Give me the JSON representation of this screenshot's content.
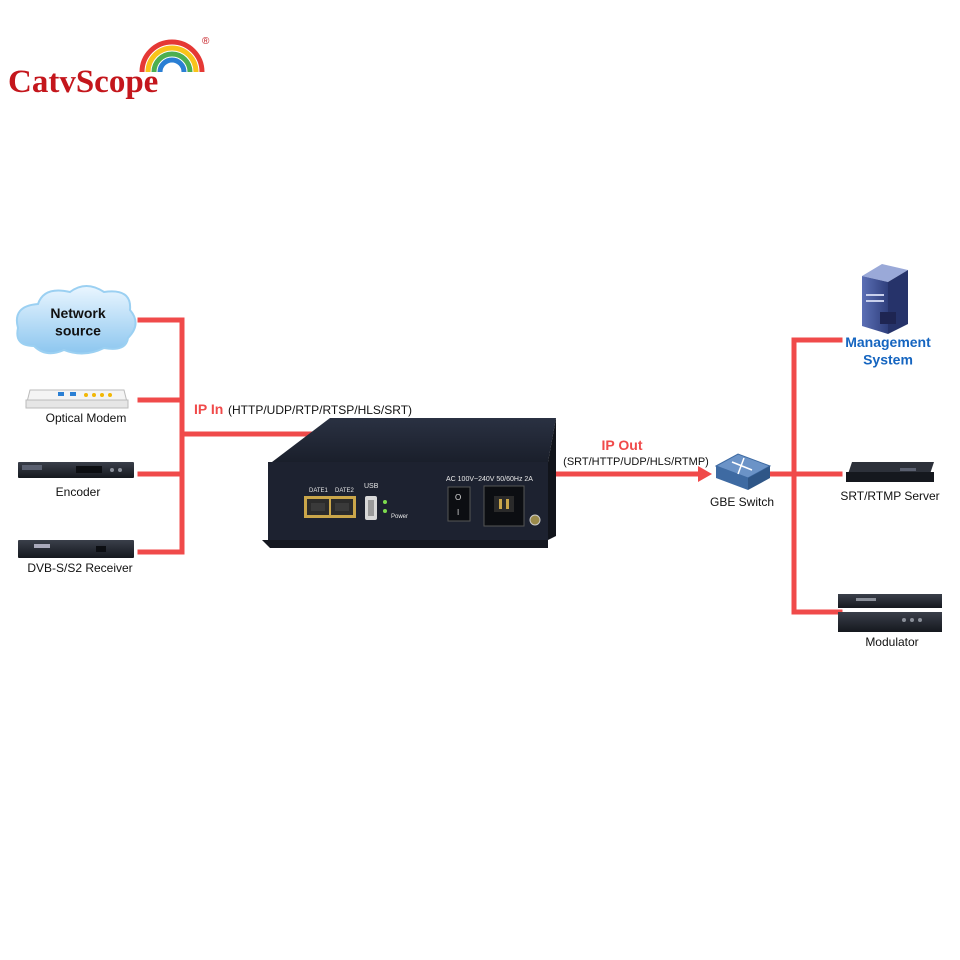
{
  "brand": {
    "logo_text": "CatvScope",
    "registered_mark": "®",
    "colors": {
      "red": "#c4161c",
      "arc_red": "#e53935",
      "arc_yellow": "#f9c31a",
      "arc_green": "#4caf50",
      "arc_blue": "#2a7fd4"
    }
  },
  "colors": {
    "link": "#f04a4a",
    "device_dark": "#1d2230",
    "label_blue": "#1565c0"
  },
  "sources": {
    "network_source": "Network\nsource",
    "optical_modem": "Optical Modem",
    "encoder": "Encoder",
    "dvb_receiver": "DVB-S/S2 Receiver"
  },
  "ip_in": {
    "title": "IP In",
    "protocols": "(HTTP/UDP/RTP/RTSP/HLS/SRT)"
  },
  "device": {
    "port1": "DATE1",
    "port2": "DATE2",
    "usb": "USB",
    "power_led": "Power",
    "power_spec": "AC 100V~240V 50/60Hz 2A",
    "switch_off": "O",
    "switch_on": "I"
  },
  "ip_out": {
    "title": "IP Out",
    "protocols": "(SRT/HTTP/UDP/HLS/RTMP)"
  },
  "switch": {
    "label": "GBE Switch"
  },
  "destinations": {
    "management": "Management\nSystem",
    "srt_server": "SRT/RTMP Server",
    "modulator": "Modulator"
  }
}
